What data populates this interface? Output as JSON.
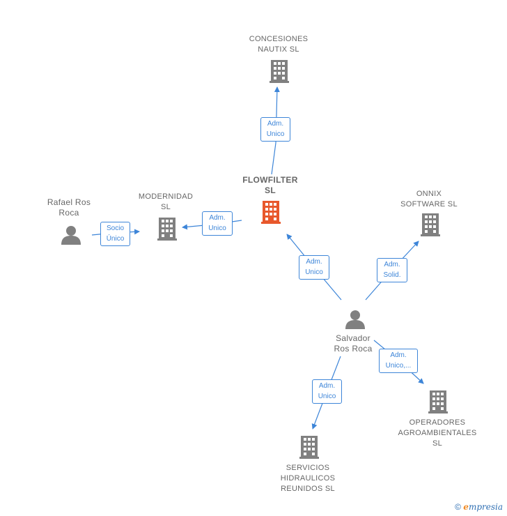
{
  "nodes": {
    "concesiones": {
      "line1": "CONCESIONES",
      "line2": "NAUTIX  SL"
    },
    "flowfilter": {
      "line1": "FLOWFILTER",
      "line2": "SL"
    },
    "modernidad": {
      "line1": "MODERNIDAD",
      "line2": "SL"
    },
    "rafael": {
      "line1": "Rafael Ros",
      "line2": "Roca"
    },
    "onnix": {
      "line1": "ONNIX",
      "line2": "SOFTWARE  SL"
    },
    "salvador": {
      "line1": "Salvador",
      "line2": "Ros Roca"
    },
    "operadores": {
      "line1": "OPERADORES",
      "line2": "AGROAMBIENTALES",
      "line3": "SL"
    },
    "servicios": {
      "line1": "SERVICIOS",
      "line2": "HIDRAULICOS",
      "line3": "REUNIDOS  SL"
    }
  },
  "edges": {
    "flow_conces": {
      "line1": "Adm.",
      "line2": "Unico"
    },
    "flow_modern": {
      "line1": "Adm.",
      "line2": "Unico"
    },
    "rafael_modern": {
      "line1": "Socio",
      "line2": "Único"
    },
    "salv_flow": {
      "line1": "Adm.",
      "line2": "Unico"
    },
    "salv_onnix": {
      "line1": "Adm.",
      "line2": "Solid."
    },
    "salv_oper": {
      "line1": "Adm.",
      "line2": "Unico,..."
    },
    "salv_serv": {
      "line1": "Adm.",
      "line2": "Unico"
    }
  },
  "colors": {
    "edge": "#3d85d8",
    "building": "#808080",
    "focus_building": "#e8582c",
    "person": "#808080"
  },
  "footer": {
    "copyright": "©",
    "brand_e": "e",
    "brand_rest": "mpresia"
  }
}
